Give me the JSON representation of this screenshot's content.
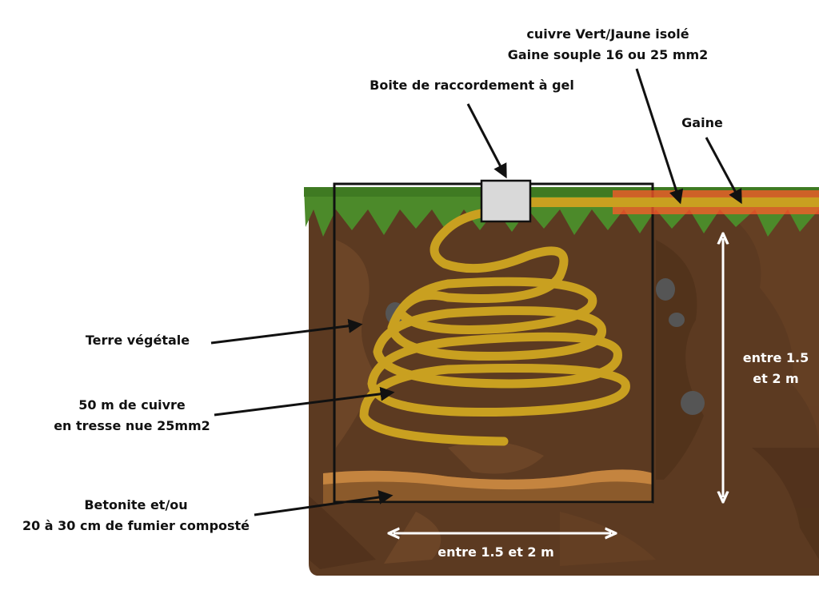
{
  "labels": {
    "copper_wire": {
      "line1": "cuivre Vert/Jaune isolé",
      "line2": "Gaine souple 16 ou 25 mm2"
    },
    "junction_box": "Boite de raccordement à gel",
    "sheath": "Gaine",
    "topsoil": "Terre végétale",
    "braided_copper": {
      "line1": "50 m de cuivre",
      "line2": "en tresse nue 25mm2"
    },
    "bentonite": {
      "line1": "Betonite et/ou",
      "line2": "20 à 30 cm de fumier composté"
    },
    "depth": {
      "line1": "entre 1.5",
      "line2": "et 2 m"
    },
    "width": "entre 1.5 et 2 m"
  },
  "colors": {
    "soil": "#5c3a21",
    "soil_dark": "#4a2d18",
    "soil_light": "#7a4e2d",
    "grass": "#4c8a2a",
    "grass_dark": "#2f6b1c",
    "copper": "#c9a020",
    "bentonite_top": "#c4843f",
    "bentonite_bottom": "#8b5a2b",
    "sheath": "#ff5a2a",
    "box": "#d9d9d9",
    "rock": "#555555"
  },
  "icons": [
    "arrow-icon",
    "double-arrow-icon",
    "rock-icon"
  ]
}
